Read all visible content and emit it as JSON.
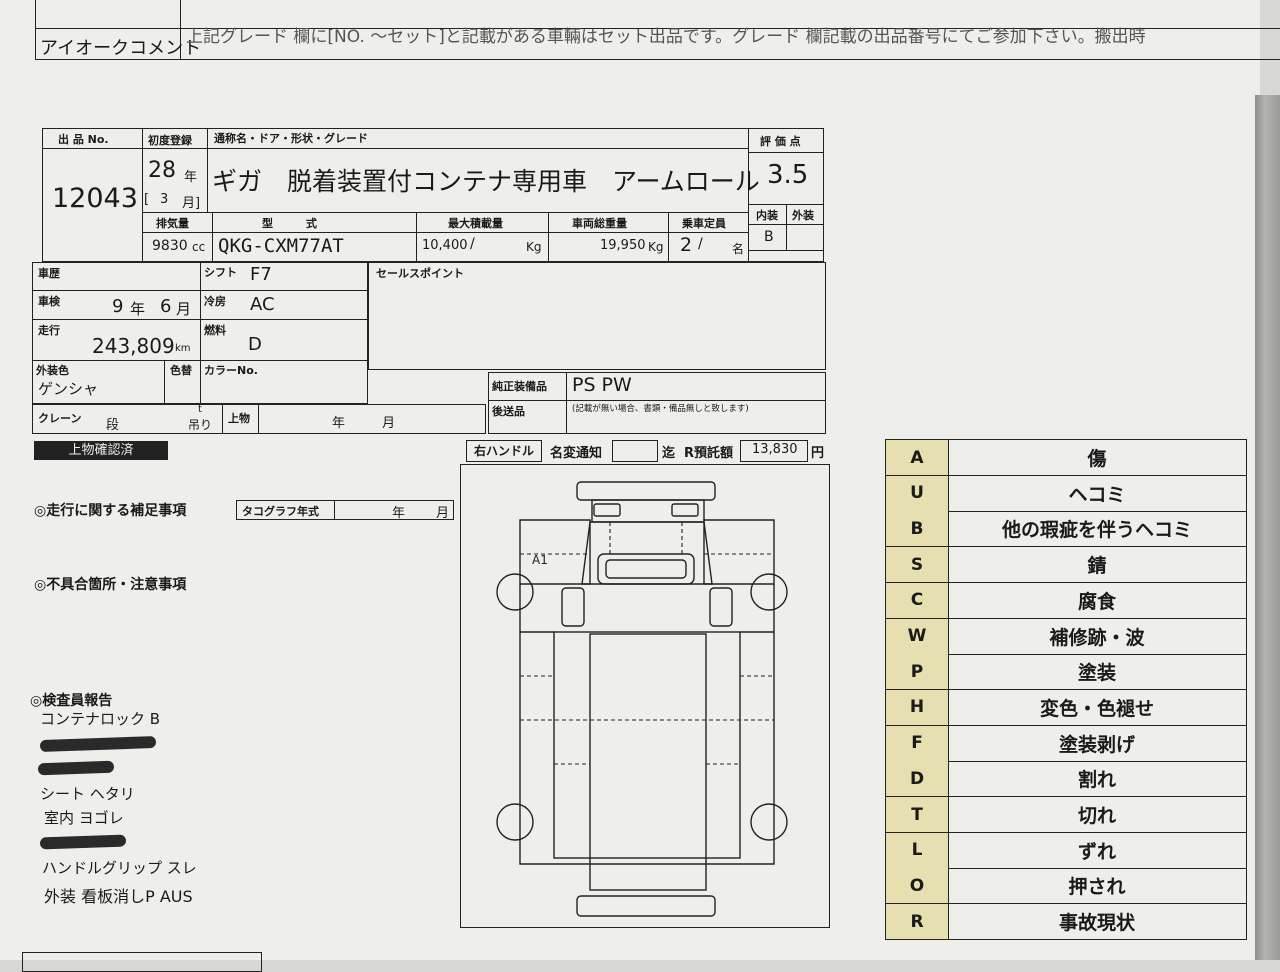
{
  "header": {
    "comment_label": "アイオークコメント",
    "comment_text": "上記グレード 欄に[NO. ～セット]と記載がある車輛はセット出品です。グレード 欄記載の出品番号にてご参加下さい。搬出時"
  },
  "sheet": {
    "labels": {
      "lot_no": "出 品 No.",
      "first_reg": "初度登録",
      "model_name": "通称名・ドア・形状・グレード",
      "score": "評 価 点",
      "interior": "内装",
      "exterior": "外装",
      "displacement": "排気量",
      "type": "型　　　式",
      "max_load": "最大積載量",
      "gross_weight": "車両総重量",
      "capacity": "乗車定員",
      "history": "車歴",
      "inspection": "車検",
      "mileage": "走行",
      "ext_color": "外装色",
      "color_change": "色替",
      "color_no": "カラーNo.",
      "shift": "シフト",
      "ac": "冷房",
      "fuel": "燃料",
      "sales_point": "セールスポイント",
      "crane": "クレーン",
      "stage": "段",
      "tonnage_unit": "t",
      "hoist": "吊り",
      "body": "上物",
      "year": "年",
      "month": "月",
      "genuine_equipment": "純正装備品",
      "shipping": "後送品",
      "shipping_note": "(記載が無い場合、書類・備品無しと致します)",
      "cc": "cc",
      "kg": "Kg",
      "persons": "名",
      "km": "km",
      "slash": "/"
    },
    "values": {
      "lot_no": "12043",
      "reg_year": "28",
      "reg_month": "3",
      "bracket_open": "[",
      "bracket_close": "月]",
      "model": "ギガ　脱着装置付コンテナ専用車　アームロール",
      "score": "3.5",
      "interior": "B",
      "displacement": "9830",
      "type": "QKG-CXM77AT",
      "max_load": "10,400",
      "gross_weight": "19,950",
      "capacity": "2",
      "inspection_year": "9",
      "inspection_month": "6",
      "mileage": "243,809",
      "ext_color": "ゲンシャ",
      "shift": "F7",
      "ac": "AC",
      "fuel": "D",
      "equipment": "PS PW"
    },
    "body_confirmed": "上物確認済",
    "steering": "右ハンドル",
    "name_change": "名変通知",
    "done": "迄",
    "recycle_label": "R預託額",
    "recycle_value": "13,830",
    "recycle_unit": "円",
    "diagram_mark": "A1"
  },
  "notes": {
    "driving_title": "◎走行に関する補足事項",
    "tachograph_label": "タコグラフ年式",
    "tachograph_year": "年",
    "tachograph_month": "月",
    "defects_title": "◎不具合箇所・注意事項",
    "inspector_title": "◎検査員報告",
    "inspector_lines": [
      "コンテナロック B",
      "シート ヘタリ",
      "室内 ヨゴレ",
      "ハンドルグリップ スレ",
      "外装 看板消しP AUS"
    ]
  },
  "legend": [
    {
      "code": "A",
      "desc": "傷"
    },
    {
      "code": "U",
      "desc": "ヘコミ"
    },
    {
      "code": "B",
      "desc": "他の瑕疵を伴うヘコミ"
    },
    {
      "code": "S",
      "desc": "錆"
    },
    {
      "code": "C",
      "desc": "腐食"
    },
    {
      "code": "W",
      "desc": "補修跡・波"
    },
    {
      "code": "P",
      "desc": "塗装"
    },
    {
      "code": "H",
      "desc": "変色・色褪せ"
    },
    {
      "code": "F",
      "desc": "塗装剥げ"
    },
    {
      "code": "D",
      "desc": "割れ"
    },
    {
      "code": "T",
      "desc": "切れ"
    },
    {
      "code": "L",
      "desc": "ずれ"
    },
    {
      "code": "O",
      "desc": "押され"
    },
    {
      "code": "R",
      "desc": "事故現状"
    }
  ],
  "colors": {
    "paper": "#eeeeea",
    "legend_code_bg": "#e6e0b0",
    "ink": "#1a1a1a"
  }
}
